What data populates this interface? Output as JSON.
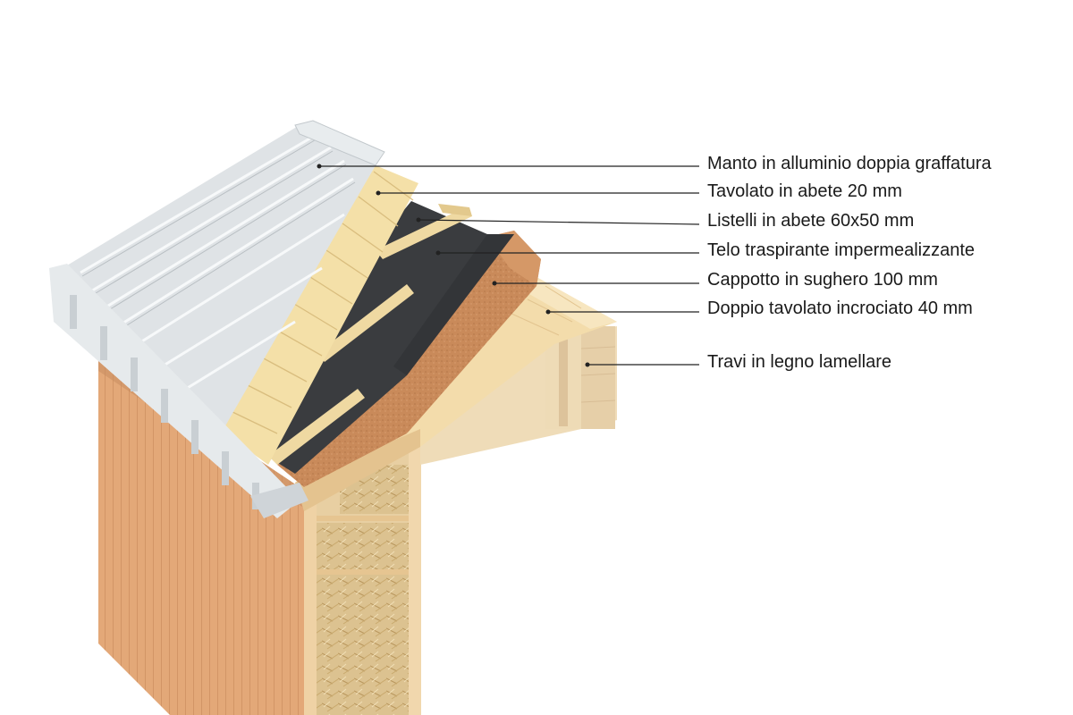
{
  "diagram": {
    "labels": [
      {
        "id": "manto",
        "text": "Manto in alluminio doppia graffatura"
      },
      {
        "id": "tavolato",
        "text": "Tavolato in abete 20 mm"
      },
      {
        "id": "listelli",
        "text": "Listelli in abete 60x50 mm"
      },
      {
        "id": "telo",
        "text": "Telo traspirante impermealizzante"
      },
      {
        "id": "cappotto",
        "text": "Cappotto in sughero 100 mm"
      },
      {
        "id": "doppio",
        "text": "Doppio tavolato incrociato 40 mm"
      },
      {
        "id": "travi",
        "text": "Travi in legno lamellare"
      }
    ],
    "colors": {
      "aluminium": "#dfe3e6",
      "aluminium_rib": "#f4f6f7",
      "aluminium_shadow": "#b9bfc3",
      "fir_board": "#f2dfa8",
      "membrane": "#3a3c3f",
      "cork": "#c98a5a",
      "cross_laminated": "#e9c994",
      "timber_wall": "#e3a878",
      "straw": "#d9bf8a",
      "beam": "#ecd7b2"
    }
  }
}
